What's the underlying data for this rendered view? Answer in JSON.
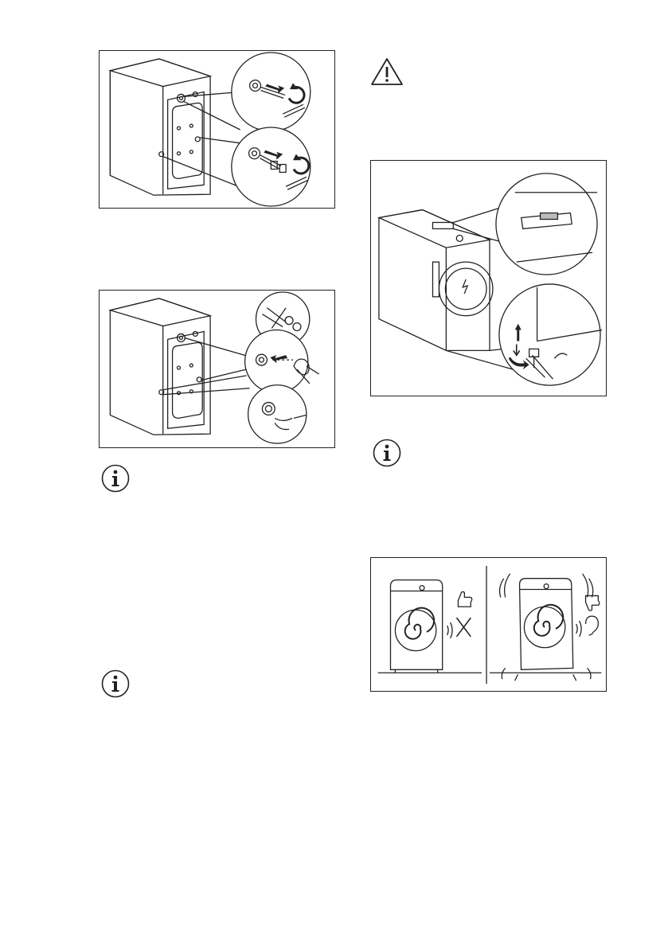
{
  "page": {
    "background": "#ffffff",
    "line_color": "#222222"
  },
  "figures": [
    {
      "id": "remove-transit-bolts",
      "icons": [
        "washing-machine-back",
        "bolt",
        "wrench",
        "arrow",
        "rotate-ccw"
      ]
    },
    {
      "id": "insert-plastic-caps",
      "icons": [
        "washing-machine-back",
        "plastic-cap",
        "arrow",
        "finger"
      ]
    },
    {
      "id": "level-appliance",
      "icons": [
        "washing-machine-front",
        "spirit-level",
        "adjustable-foot",
        "wrench",
        "rotate-arrows"
      ]
    },
    {
      "id": "level-vs-unlevel",
      "icons": [
        "washing-machine-front",
        "thumbs-up",
        "thumbs-down",
        "crossed-noise",
        "ear"
      ]
    }
  ],
  "notices": [
    {
      "type": "info",
      "icon": "info-icon"
    },
    {
      "type": "info",
      "icon": "info-icon"
    },
    {
      "type": "warning",
      "icon": "warning-triangle-icon"
    },
    {
      "type": "info",
      "icon": "info-icon"
    }
  ]
}
